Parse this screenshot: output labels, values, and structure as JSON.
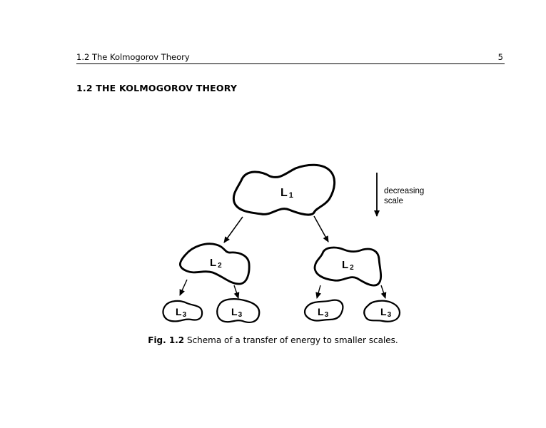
{
  "header": {
    "running_title": "1.2  The Kolmogorov Theory",
    "page_number": "5"
  },
  "section": {
    "heading": "1.2  THE KOLMOGOROV THEORY"
  },
  "figure": {
    "scale_label_line1": "decreasing",
    "scale_label_line2": "scale",
    "blob_letter": "L",
    "level1_sub": "1",
    "level2_sub": "2",
    "level3_sub": "3"
  },
  "caption": {
    "label": "Fig. 1.2",
    "text": " Schema of a transfer of energy to smaller scales."
  }
}
